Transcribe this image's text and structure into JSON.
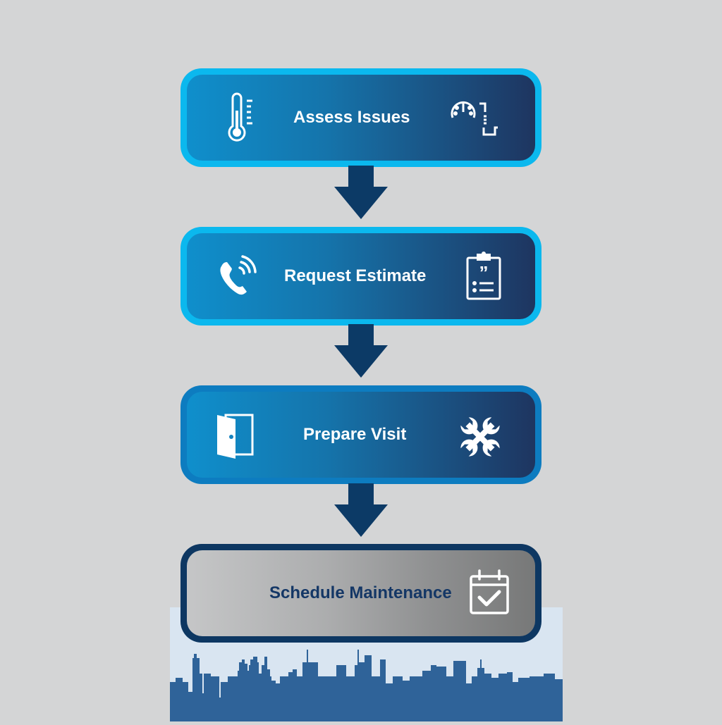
{
  "flowchart": {
    "steps": [
      {
        "label": "Assess Issues",
        "left_icon": "thermometer-icon",
        "right_icon": "pressure-gauge-pipe-icon"
      },
      {
        "label": "Request Estimate",
        "left_icon": "phone-ringing-icon",
        "right_icon": "clipboard-quote-icon"
      },
      {
        "label": "Prepare Visit",
        "left_icon": "open-door-icon",
        "right_icon": "crossed-wrenches-icon"
      },
      {
        "label": "Schedule Maintenance",
        "right_icon": "calendar-check-icon"
      }
    ],
    "arrows": [
      "down-arrow",
      "down-arrow",
      "down-arrow"
    ]
  },
  "colors": {
    "background": "#d4d5d6",
    "step_border_light": "#0bb8ee",
    "step_border_mid": "#0d7cc0",
    "step_border_dark": "#0d3762",
    "gradient_start": "#0f8fcc",
    "gradient_end": "#1e3560",
    "arrow": "#0c3a66",
    "final_text": "#143766",
    "skyline": "#2f6399",
    "skyline_sky": "#d9e5f1"
  }
}
